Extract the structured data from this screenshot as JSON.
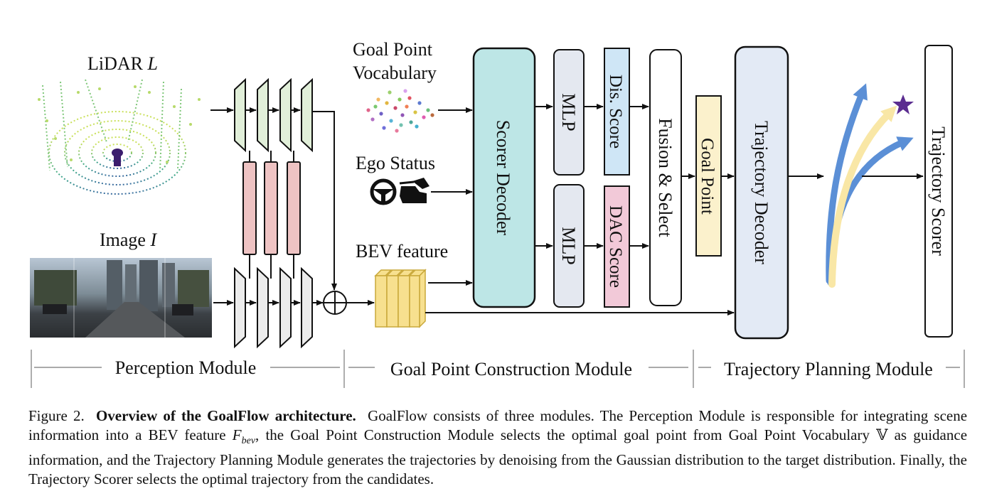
{
  "inputs": {
    "lidar_label": "LiDAR",
    "lidar_symbol": "L",
    "image_label": "Image",
    "image_symbol": "I"
  },
  "goal_section": {
    "vocab_line1": "Goal Point",
    "vocab_line2": "Vocabulary",
    "ego_status": "Ego Status",
    "bev_feature": "BEV feature"
  },
  "blocks": {
    "scorer_decoder": "Scorer Decoder",
    "mlp_top": "MLP",
    "mlp_bottom": "MLP",
    "dis_score": "Dis. Score",
    "dac_score": "DAC Score",
    "fusion_select": "Fusion & Select",
    "goal_point": "Goal Point",
    "trajectory_decoder": "Trajectory Decoder",
    "trajectory_scorer": "Trajectory Scorer"
  },
  "modules": {
    "perception": "Perception Module",
    "goal_construction": "Goal Point Construction Module",
    "trajectory_planning": "Trajectory Planning Module"
  },
  "caption": {
    "figure_label": "Figure 2.",
    "title": "Overview of the GoalFlow architecture.",
    "part1": "GoalFlow consists of three modules. The Perception Module is responsible for integrating scene information into a BEV feature",
    "symbol_main": "F",
    "symbol_sub": "bev",
    "part2": ", the Goal Point Construction Module selects the optimal goal point from Goal Point Vocabulary",
    "vocab_symbol": "𝕍",
    "part3": "as guidance information, and the Trajectory Planning Module generates the trajectories by denoising from the Gaussian distribution to the target distribution. Finally, the Trajectory Scorer selects the optimal trajectory from the candidates."
  },
  "colors": {
    "scorer_decoder": "#bde6e6",
    "mlp": "#e4e8f0",
    "dis_score": "#cfe6f6",
    "dac_score": "#f2c9d8",
    "goal_point": "#fbf1cc",
    "trajectory_decoder": "#e3eaf5",
    "encoder_green": "#e1efd9",
    "encoder_gray": "#ececec",
    "fusion_pink": "#eec3c3",
    "bev_yellow": "#f7e08f",
    "trajectory_blue": "#5b8fd6",
    "trajectory_yellow": "#f9e7a6",
    "star": "#5b2d90"
  },
  "icons": [
    "steering-wheel-icon",
    "car-icon",
    "star-icon",
    "oplus-icon"
  ]
}
